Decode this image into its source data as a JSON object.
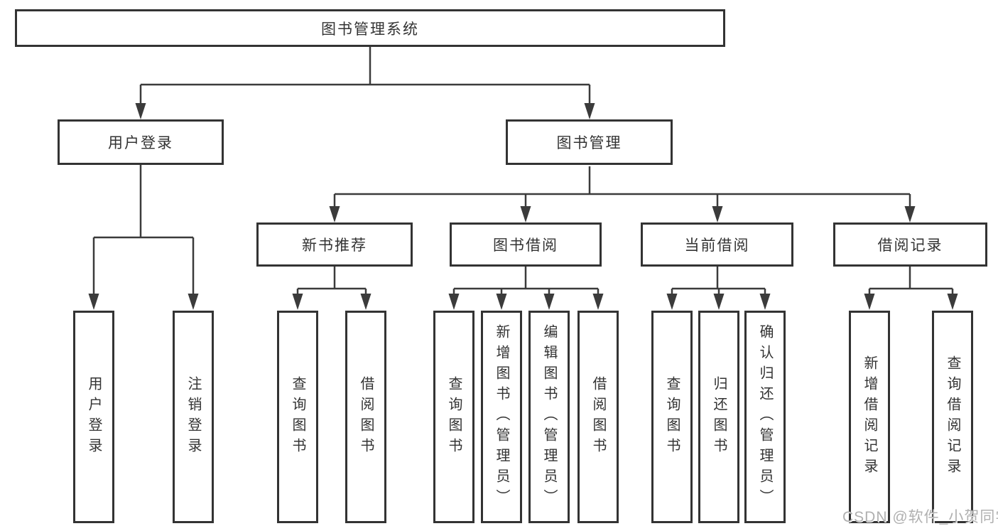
{
  "diagram": {
    "root": {
      "label": "图书管理系统"
    },
    "branches": {
      "user_login": {
        "label": "用户登录",
        "children": [
          {
            "label": "用户登录"
          },
          {
            "label": "注销登录"
          }
        ]
      },
      "book_management": {
        "label": "图书管理",
        "children": [
          {
            "label": "新书推荐",
            "children": [
              {
                "label": "查询图书"
              },
              {
                "label": "借阅图书"
              }
            ]
          },
          {
            "label": "图书借阅",
            "children": [
              {
                "label": "查询图书"
              },
              {
                "label": "新增图书（管理员）"
              },
              {
                "label": "编辑图书（管理员）"
              },
              {
                "label": "借阅图书"
              }
            ]
          },
          {
            "label": "当前借阅",
            "children": [
              {
                "label": "查询图书"
              },
              {
                "label": "归还图书"
              },
              {
                "label": "确认归还（管理员）"
              }
            ]
          },
          {
            "label": "借阅记录",
            "children": [
              {
                "label": "新增借阅记录"
              },
              {
                "label": "查询借阅记录"
              }
            ]
          }
        ]
      }
    },
    "watermark": "CSDN @软件_小贺同学",
    "colors": {
      "background": "#ffffff",
      "border": "#333333",
      "line": "#3b3b3b",
      "text": "#333333",
      "watermark": "#b0b0b0"
    }
  }
}
